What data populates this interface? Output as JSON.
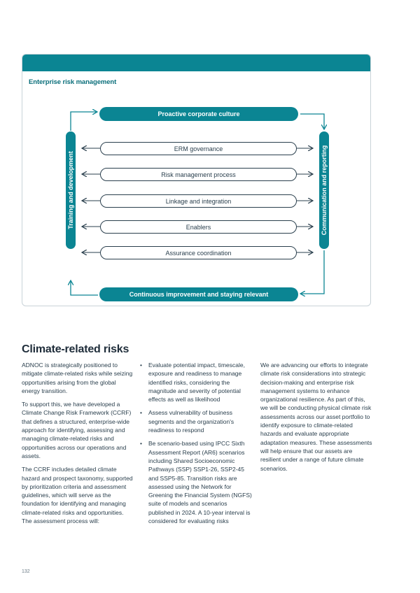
{
  "diagram": {
    "title": "Enterprise risk management",
    "top_pill": "Proactive corporate culture",
    "bottom_pill": "Continuous improvement and staying relevant",
    "left_bar": "Training and development",
    "right_bar": "Communication and reporting",
    "items": [
      "ERM governance",
      "Risk management process",
      "Linkage and integration",
      "Enablers",
      "Assurance coordination"
    ],
    "colors": {
      "teal": "#0b8593",
      "outline": "#2a3f4d"
    }
  },
  "section": {
    "heading": "Climate-related risks",
    "col1": [
      "ADNOC is strategically positioned to mitigate climate-related risks while seizing opportunities arising from the global energy transition.",
      "To support this, we have developed a Climate Change Risk Framework (CCRF) that defines a structured, enterprise-wide approach for identifying, assessing and managing climate-related risks and opportunities across our operations and assets.",
      "The CCRF includes detailed climate hazard and prospect taxonomy, supported by prioritization criteria and assessment guidelines, which will serve as the foundation for identifying and managing climate-related risks and opportunities.",
      "The assessment process will:"
    ],
    "bullet_glyph": "•",
    "col2_bullets": [
      "Evaluate potential impact, timescale, exposure and readiness to manage identified risks, considering the magnitude and severity of potential effects as well as likelihood",
      "Assess vulnerability of business segments and the organization's readiness to respond",
      "Be scenario-based using IPCC Sixth Assessment Report (AR6) scenarios including Shared Socioeconomic Pathways (SSP) SSP1-26, SSP2-45 and SSP5-85. Transition risks are assessed using the Network for Greening the Financial System (NGFS) suite of models and scenarios published in 2024. A 10-year interval is considered for evaluating risks"
    ],
    "col3": [
      "We are advancing our efforts to integrate climate risk considerations into strategic decision-making and enterprise risk management systems to enhance organizational resilience. As part of this, we will be conducting physical climate risk assessments across our asset portfolio to identify exposure to climate-related hazards and evaluate appropriate adaptation measures. These assessments will help ensure that our assets are resilient under a range of future climate scenarios."
    ]
  },
  "page_number": "132"
}
